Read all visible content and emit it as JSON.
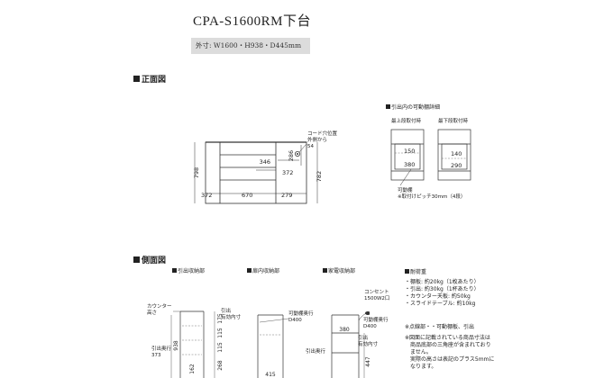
{
  "document": {
    "title": "CPA-S1600RM下台",
    "dimensions": "外寸: W1600・H938・D445mm"
  },
  "front": {
    "heading": "正面図",
    "cord_label": [
      "コード穴位置",
      "外側から",
      "54"
    ],
    "dims": {
      "d286": "286",
      "d346": "346",
      "d372r": "372",
      "d798": "798",
      "d782": "782",
      "d372l": "372",
      "d670": "670",
      "d279": "279"
    }
  },
  "drawer_detail": {
    "heading": "引出内の可動棚詳細",
    "top_label": "最上段取付時",
    "bottom_label": "最下段取付時",
    "left_vals": [
      "150",
      "380"
    ],
    "right_vals": [
      "140",
      "290"
    ],
    "note": [
      "可動棚",
      "※取付けピッチ30mm（4段）"
    ]
  },
  "side": {
    "heading": "側面図",
    "sub1": "引出収納部",
    "sub2": "扉内収納部",
    "sub3": "家電収納部",
    "counter_label": [
      "カウンター",
      "高さ"
    ],
    "drawer_depth_label": [
      "引出",
      "有効内寸"
    ],
    "pull_depth_label": "引出奥行",
    "pull_depth_val": "373",
    "d938": "938",
    "d175": "175",
    "d115a": "115",
    "d115b": "115",
    "d268": "268",
    "d162": "162",
    "door_label": [
      "可動棚奥行",
      "D400"
    ],
    "d415": "415",
    "outlet_label": [
      "コンセント",
      "1500W2口"
    ],
    "app_label": [
      "可動棚奥行",
      "D400"
    ],
    "d380": "380",
    "pull_label2": [
      "引出",
      "有効内寸"
    ],
    "pull_depth_label2": "引出奥行",
    "d447": "447"
  },
  "loads": {
    "heading": "耐荷重",
    "items": [
      "・棚板: 約20kg（1枚あたり）",
      "・引出: 約30kg（1杯あたり）",
      "・カウンター天板: 約50kg",
      "・スライドテーブル: 約10kg"
    ],
    "legend": "※点線部・・可動棚板、引出",
    "notes": [
      "※図面に記載されている商品寸法は",
      "商品底部の三角座が含まれており",
      "ません。",
      "実際の高さは表記のプラス5mmに",
      "なります。"
    ]
  }
}
